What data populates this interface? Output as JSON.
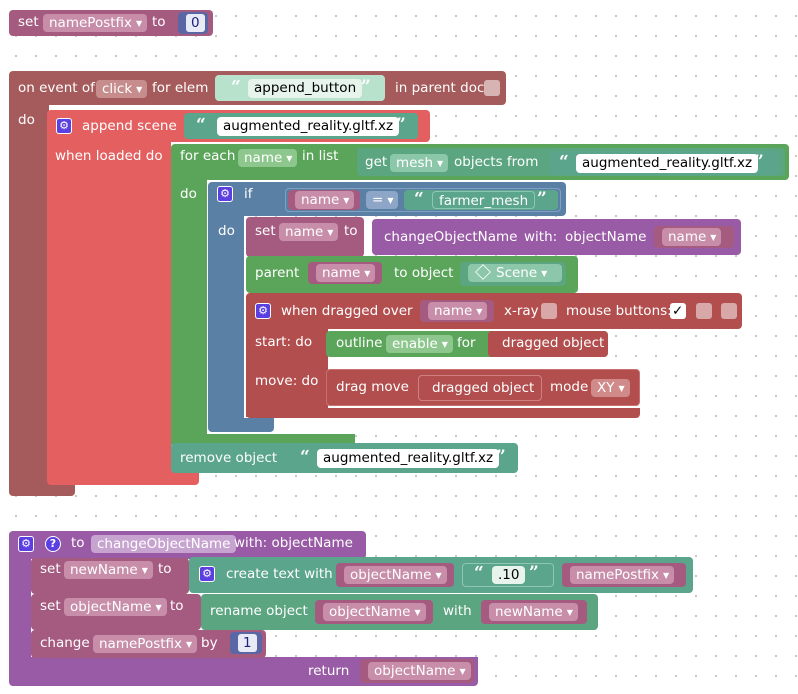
{
  "colors": {
    "variable": "#a55b80",
    "event": "#a55b5b",
    "scene": "#e46060",
    "loop": "#5ba55b",
    "mesh": "#5ba580",
    "logic": "#5b80a5",
    "object": "#9a5ba5",
    "text": "#5ba58c",
    "procedure": "#995ba5",
    "drag": "#b24e4e",
    "number": "#5b67a5",
    "workspace_dot": "#c6c6c6"
  },
  "block1": {
    "set": "set",
    "var": "namePostfix",
    "to": "to",
    "value": "0"
  },
  "event_block": {
    "on_event_of": "on event of",
    "event": "click",
    "for_elem": "for elem",
    "elem_id": "append_button",
    "in_parent_doc": "in parent doc",
    "do": "do",
    "append_scene": "append scene",
    "scene_file": "augmented_reality.gltf.xz",
    "when_loaded_do": "when loaded do",
    "for_each": "for each",
    "loop_var": "name",
    "in_list": "in list",
    "get": "get",
    "get_type": "mesh",
    "objects_from": "objects from",
    "objects_file": "augmented_reality.gltf.xz",
    "do_loop": "do",
    "if": "if",
    "cmp_left": "name",
    "cmp_op": "=",
    "cmp_right": "farmer_mesh",
    "do_if": "do",
    "set": "set",
    "set_var": "name",
    "to": "to",
    "call_name": "changeObjectName",
    "with": "with:",
    "arg_label": "objectName",
    "arg_var": "name",
    "parent": "parent",
    "parent_var": "name",
    "to_object": "to object",
    "parent_target": "Scene",
    "when_dragged_over": "when dragged over",
    "drag_var": "name",
    "xray": "x-ray",
    "mouse_buttons": "mouse buttons:",
    "mouse_check": "✓",
    "start_do": "start: do",
    "outline": "outline",
    "outline_mode": "enable",
    "outline_for": "for",
    "dragged_object_1": "dragged object",
    "move_do": "move: do",
    "drag_move": "drag move",
    "dragged_object_2": "dragged object",
    "mode": "mode",
    "mode_value": "XY",
    "remove_object": "remove object",
    "remove_file": "augmented_reality.gltf.xz"
  },
  "proc_block": {
    "help": "?",
    "to": "to",
    "name": "changeObjectName",
    "with": "with: objectName",
    "set1": "set",
    "var1": "newName",
    "to1": "to",
    "create_text_with": "create text with",
    "item1": "objectName",
    "item2": ".10",
    "item3": "namePostfix",
    "set2": "set",
    "var2": "objectName",
    "to2": "to",
    "rename_object": "rename object",
    "rename_var": "objectName",
    "rename_with": "with",
    "rename_new": "newName",
    "change": "change",
    "change_var": "namePostfix",
    "by": "by",
    "change_by": "1",
    "return": "return",
    "return_var": "objectName"
  }
}
